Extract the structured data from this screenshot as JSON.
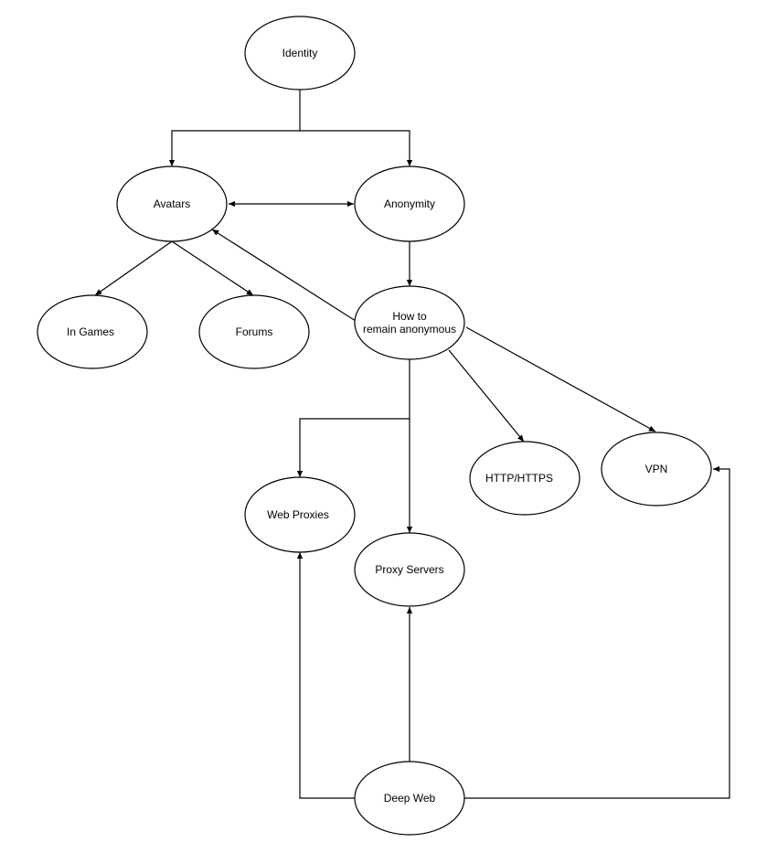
{
  "diagram": {
    "nodes": {
      "identity": {
        "label": "Identity"
      },
      "avatars": {
        "label": "Avatars"
      },
      "anonymity": {
        "label": "Anonymity"
      },
      "in_games": {
        "label": "In Games"
      },
      "forums": {
        "label": "Forums"
      },
      "how_to": {
        "line1": "How to",
        "line2": "remain anonymous"
      },
      "http_https": {
        "label": "HTTP/HTTPS"
      },
      "vpn": {
        "label": "VPN"
      },
      "web_proxies": {
        "label": "Web Proxies"
      },
      "proxy_servers": {
        "label": "Proxy Servers"
      },
      "deep_web": {
        "label": "Deep Web"
      }
    },
    "edges": [
      {
        "from": "identity",
        "to": "avatars",
        "direction": "forward"
      },
      {
        "from": "identity",
        "to": "anonymity",
        "direction": "forward"
      },
      {
        "from": "avatars",
        "to": "anonymity",
        "direction": "both"
      },
      {
        "from": "avatars",
        "to": "in_games",
        "direction": "forward"
      },
      {
        "from": "avatars",
        "to": "forums",
        "direction": "forward"
      },
      {
        "from": "anonymity",
        "to": "how_to",
        "direction": "forward"
      },
      {
        "from": "how_to",
        "to": "avatars",
        "direction": "forward"
      },
      {
        "from": "how_to",
        "to": "http_https",
        "direction": "forward"
      },
      {
        "from": "how_to",
        "to": "vpn",
        "direction": "forward"
      },
      {
        "from": "how_to",
        "to": "web_proxies",
        "direction": "forward"
      },
      {
        "from": "how_to",
        "to": "proxy_servers",
        "direction": "forward"
      },
      {
        "from": "deep_web",
        "to": "web_proxies",
        "direction": "forward"
      },
      {
        "from": "deep_web",
        "to": "proxy_servers",
        "direction": "forward"
      },
      {
        "from": "deep_web",
        "to": "vpn",
        "direction": "forward"
      }
    ]
  }
}
